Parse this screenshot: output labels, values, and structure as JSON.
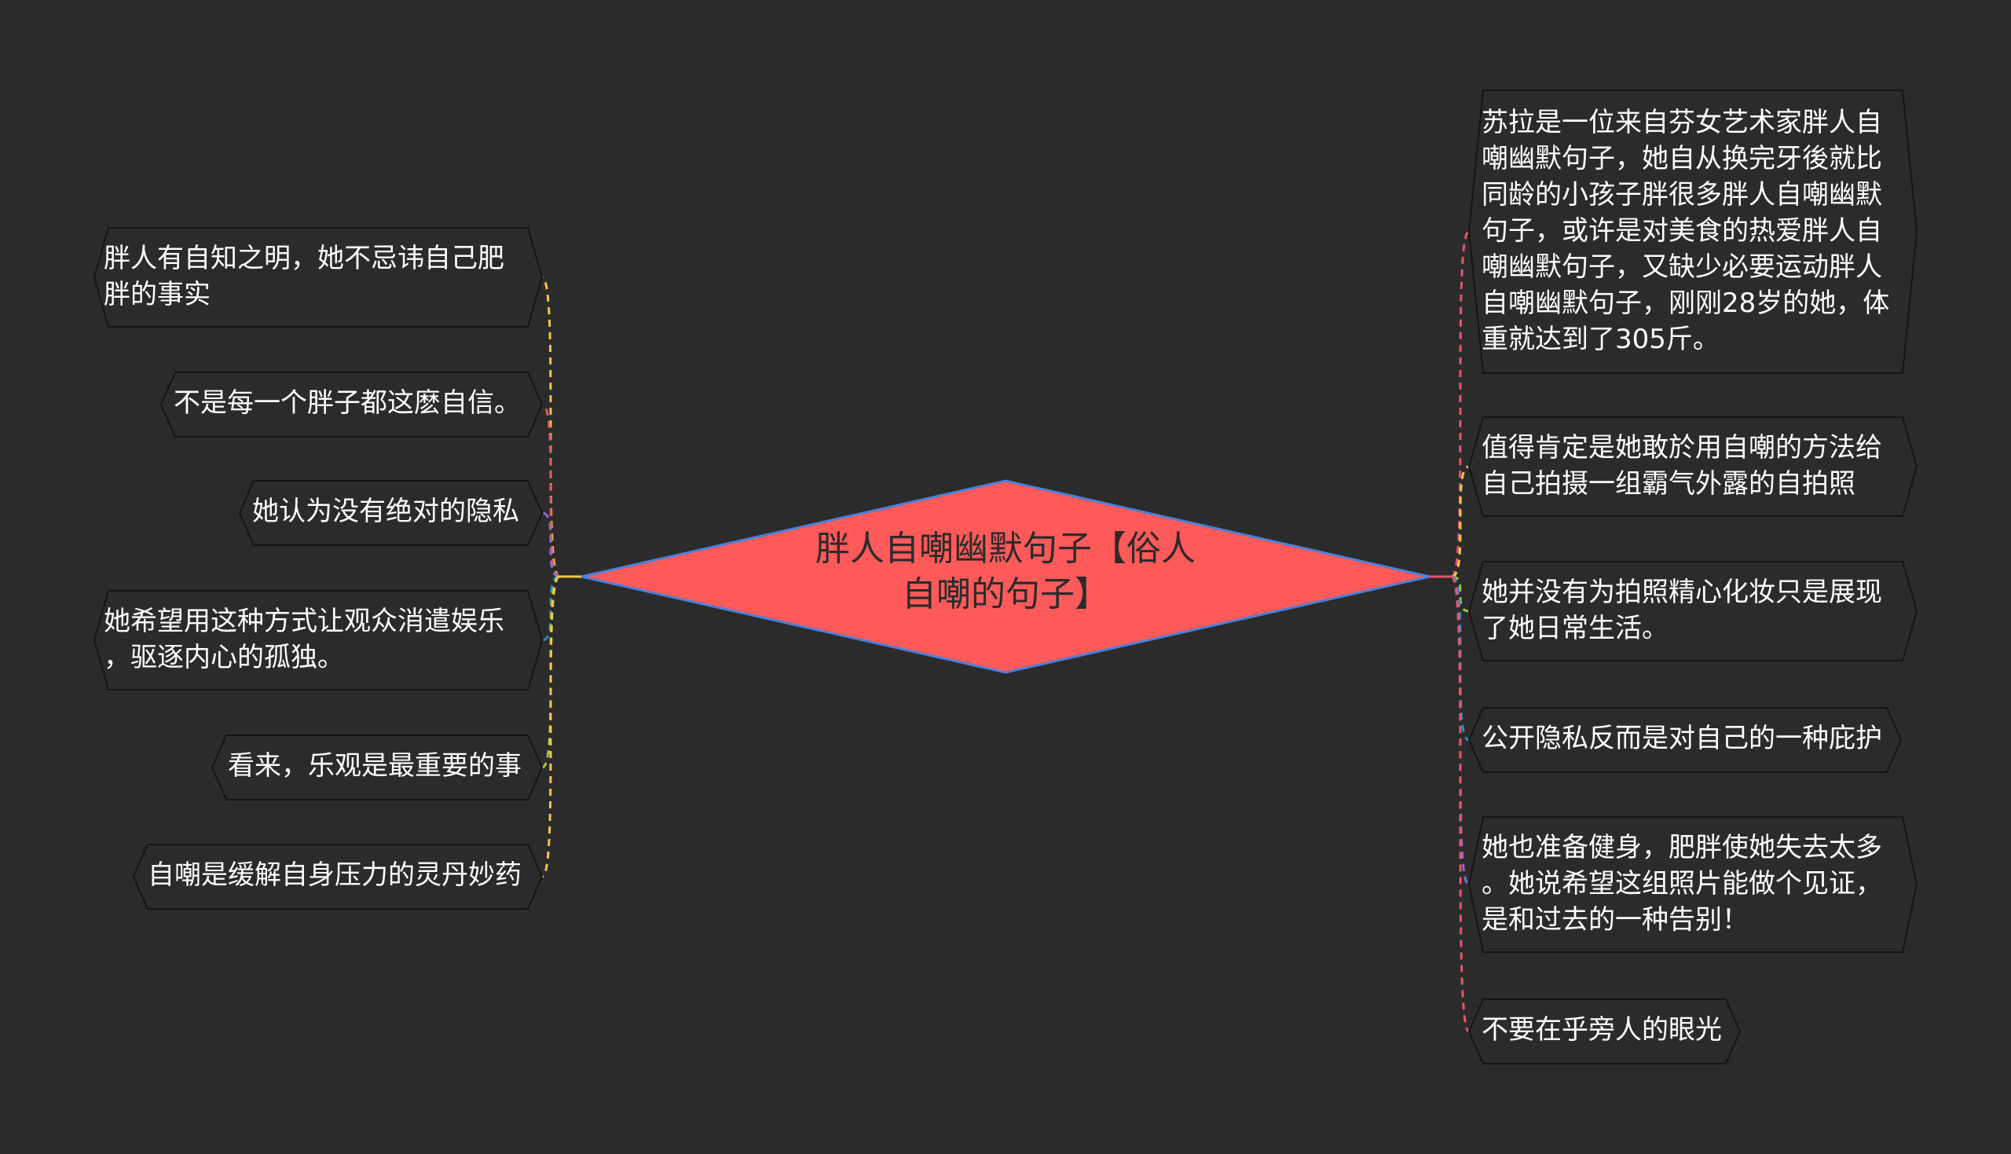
{
  "colors": {
    "background": "#2b2b2b",
    "central_fill": "#ff5a5a",
    "central_stroke": "#4a7fd8",
    "node_fill": "#2b2b2b",
    "node_stroke": "#141414",
    "node_text": "#ffffff",
    "branch_colors": [
      "#f2c744",
      "#e8546b",
      "#8f6ac9",
      "#2e89c8",
      "#9ac93a",
      "#f0b429"
    ]
  },
  "central": {
    "line1": "胖人自嘲幽默句子【俗人",
    "line2": "自嘲的句子】"
  },
  "left_branches": [
    {
      "text": "胖人有自知之明，她不忌讳自己肥\n胖的事实",
      "color": "#f2c744"
    },
    {
      "text": "不是每一个胖子都这麽自信。",
      "color": "#e8546b"
    },
    {
      "text": "她认为没有绝对的隐私",
      "color": "#8f6ac9"
    },
    {
      "text": "她希望用这种方式让观众消遣娱乐\n，驱逐内心的孤独。",
      "color": "#2e89c8"
    },
    {
      "text": "看来，乐观是最重要的事",
      "color": "#9ac93a"
    },
    {
      "text": "自嘲是缓解自身压力的灵丹妙药",
      "color": "#f2c744"
    }
  ],
  "right_branches": [
    {
      "text": "苏拉是一位来自芬女艺术家胖人自\n嘲幽默句子，她自从换完牙後就比\n同龄的小孩子胖很多胖人自嘲幽默\n句子，或许是对美食的热爱胖人自\n嘲幽默句子，又缺少必要运动胖人\n自嘲幽默句子，刚刚28岁的她，体\n重就达到了305斤。",
      "color": "#e8546b"
    },
    {
      "text": "值得肯定是她敢於用自嘲的方法给\n自己拍摄一组霸气外露的自拍照",
      "color": "#f2c744"
    },
    {
      "text": "她并没有为拍照精心化妆只是展现\n了她日常生活。",
      "color": "#9ac93a"
    },
    {
      "text": "公开隐私反而是对自己的一种庇护",
      "color": "#2e89c8"
    },
    {
      "text": "她也准备健身，肥胖使她失去太多\n。她说希望这组照片能做个见证，\n是和过去的一种告别！",
      "color": "#8f6ac9"
    },
    {
      "text": "不要在乎旁人的眼光",
      "color": "#e8546b"
    }
  ]
}
